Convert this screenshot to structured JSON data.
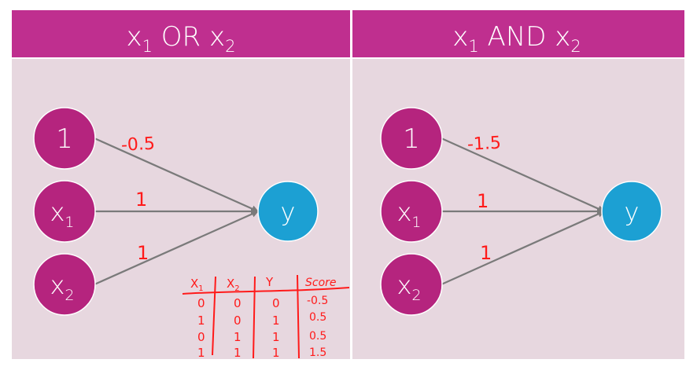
{
  "colors": {
    "header": "#bf2f8f",
    "panel": "#e7d7df",
    "input_node": "#b5247e",
    "output_node": "#1ca0d3",
    "edge": "#7a7a7a",
    "ink": "#ff1a1a"
  },
  "panels": [
    {
      "title": {
        "base1": "x",
        "sub1": "1",
        "op": " OR ",
        "base2": "x",
        "sub2": "2"
      },
      "nodes": {
        "bias": "1",
        "x1": {
          "base": "x",
          "sub": "1"
        },
        "x2": {
          "base": "x",
          "sub": "2"
        },
        "y": "y"
      },
      "weights": [
        "-0.5",
        "1",
        "1"
      ],
      "table": {
        "headers": [
          {
            "base": "X",
            "sub": "1"
          },
          {
            "base": "X",
            "sub": "2"
          },
          {
            "base": "Y",
            "sub": ""
          },
          {
            "base": "Score",
            "sub": ""
          }
        ],
        "rows": [
          [
            "0",
            "0",
            "0",
            "-0.5"
          ],
          [
            "1",
            "0",
            "1",
            "0.5"
          ],
          [
            "0",
            "1",
            "1",
            "0.5"
          ],
          [
            "1",
            "1",
            "1",
            "1.5"
          ]
        ]
      }
    },
    {
      "title": {
        "base1": "x",
        "sub1": "1",
        "op": " AND ",
        "base2": "x",
        "sub2": "2"
      },
      "nodes": {
        "bias": "1",
        "x1": {
          "base": "x",
          "sub": "1"
        },
        "x2": {
          "base": "x",
          "sub": "2"
        },
        "y": "y"
      },
      "weights": [
        "-1.5",
        "1",
        "1"
      ]
    }
  ]
}
